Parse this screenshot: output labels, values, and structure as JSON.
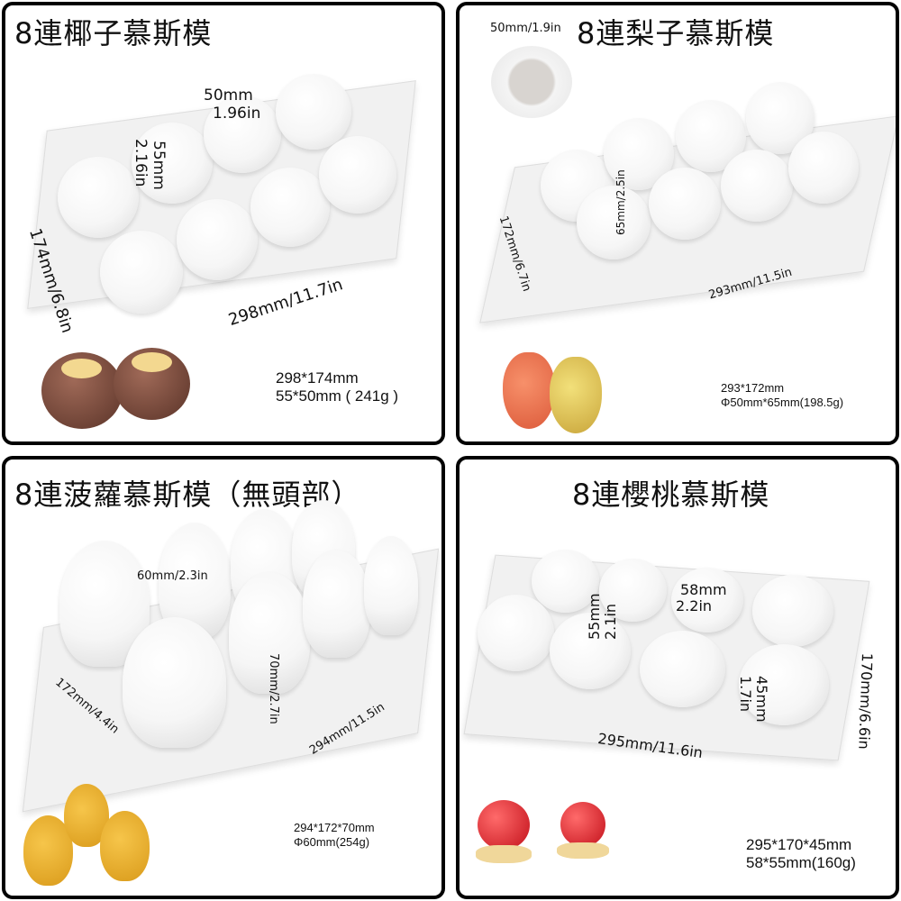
{
  "panels": [
    {
      "title": "8連椰子慕斯模",
      "dims": {
        "cavity_w": "50mm",
        "cavity_w_in": "1.96in",
        "cavity_h": "55mm",
        "cavity_h_in": "2.16in",
        "depth": "174mm/6.8in",
        "length": "298mm/11.7in"
      },
      "spec": [
        "298*174mm",
        "55*50mm ( 241g )"
      ],
      "fruit": "coconut"
    },
    {
      "title": "8連梨子慕斯模",
      "top_note": "50mm/1.9in",
      "dims": {
        "height": "65mm/2.5in",
        "depth": "172mm/6.7in",
        "length": "293mm/11.5in"
      },
      "spec": [
        "293*172mm",
        "Φ50mm*65mm(198.5g)"
      ],
      "fruit": "pear"
    },
    {
      "title": "8連菠蘿慕斯模（無頭部）",
      "dims": {
        "diameter": "60mm/2.3in",
        "height": "70mm/2.7in",
        "depth": "172mm/4.4in",
        "length": "294mm/11.5in"
      },
      "spec": [
        "294*172*70mm",
        "Φ60mm(254g)"
      ],
      "fruit": "pineapple"
    },
    {
      "title": "8連櫻桃慕斯模",
      "dims": {
        "cavity_w": "58mm",
        "cavity_w_in": "2.2in",
        "cavity_h": "55mm",
        "cavity_h_in": "2.1in",
        "height": "45mm",
        "height_in": "1.7in",
        "depth": "170mm/6.6in",
        "length": "295mm/11.6in"
      },
      "spec": [
        "295*170*45mm",
        "58*55mm(160g)"
      ],
      "fruit": "cherry"
    }
  ],
  "colors": {
    "border": "#000000",
    "mold": "#f1f1f1"
  }
}
